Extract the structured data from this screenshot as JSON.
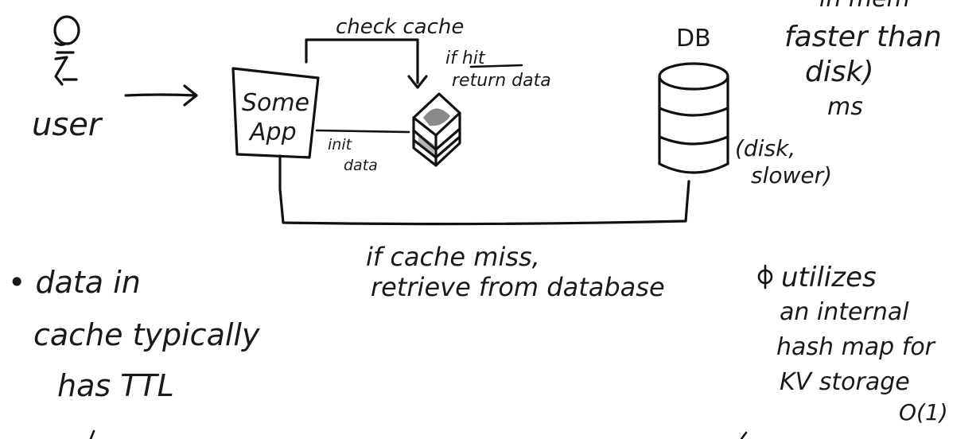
{
  "diagram": {
    "user": {
      "label": "user"
    },
    "app": {
      "line1": "Some",
      "line2": "App"
    },
    "db": {
      "label": "DB",
      "note_line1": "(disk,",
      "note_line2": "slower)"
    },
    "check_cache": {
      "label": "check cache",
      "hit_line1": "if hit",
      "hit_line2": "return data"
    },
    "init_data": {
      "line1": "init",
      "line2": "data"
    },
    "cache_miss": {
      "line1": "if cache miss,",
      "line2": "retrieve from database"
    },
    "memory_note": {
      "line1": "in mem",
      "line2": "faster than",
      "line3": "disk)",
      "line4": "ms"
    },
    "ttl_note": {
      "line1": "• data in",
      "line2": "cache typically",
      "line3": "has TTL"
    },
    "hash_note": {
      "line1": "utilizes",
      "line2": "an internal",
      "line3": "hash map for",
      "line4": "KV storage",
      "line5": "O(1)"
    }
  }
}
